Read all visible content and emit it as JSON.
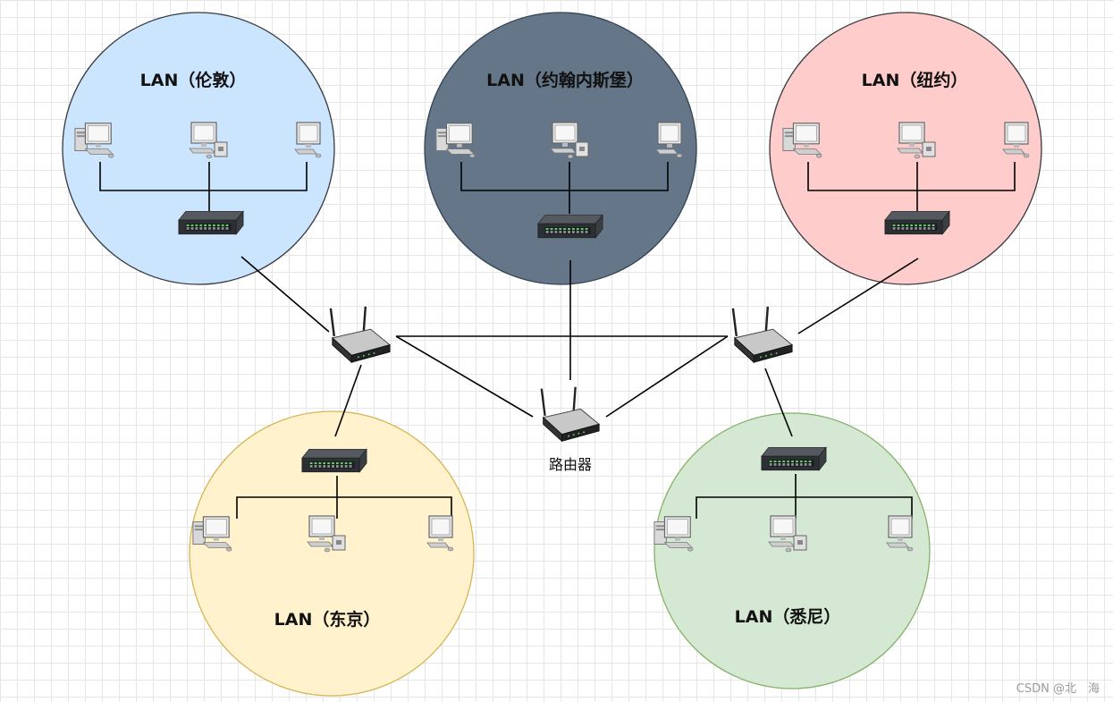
{
  "lans": [
    {
      "id": "london",
      "title": "LAN（伦敦）",
      "fill": "#cce5ff",
      "stroke": "#36393d"
    },
    {
      "id": "johannesburg",
      "title": "LAN（约翰内斯堡）",
      "fill": "#647687",
      "stroke": "#314354"
    },
    {
      "id": "newyork",
      "title": "LAN（纽约）",
      "fill": "#ffcccc",
      "stroke": "#36393d"
    },
    {
      "id": "tokyo",
      "title": "LAN（东京）",
      "fill": "#fff2cc",
      "stroke": "#d6b656"
    },
    {
      "id": "sydney",
      "title": "LAN（悉尼）",
      "fill": "#d5e8d4",
      "stroke": "#82b366"
    }
  ],
  "router_label": "路由器",
  "watermark": "CSDN @北　海",
  "icons": {
    "computer": "desktop-computer-icon",
    "server": "server-computer-icon",
    "monitor": "monitor-icon",
    "switch": "network-switch-icon",
    "router": "wireless-router-icon"
  }
}
